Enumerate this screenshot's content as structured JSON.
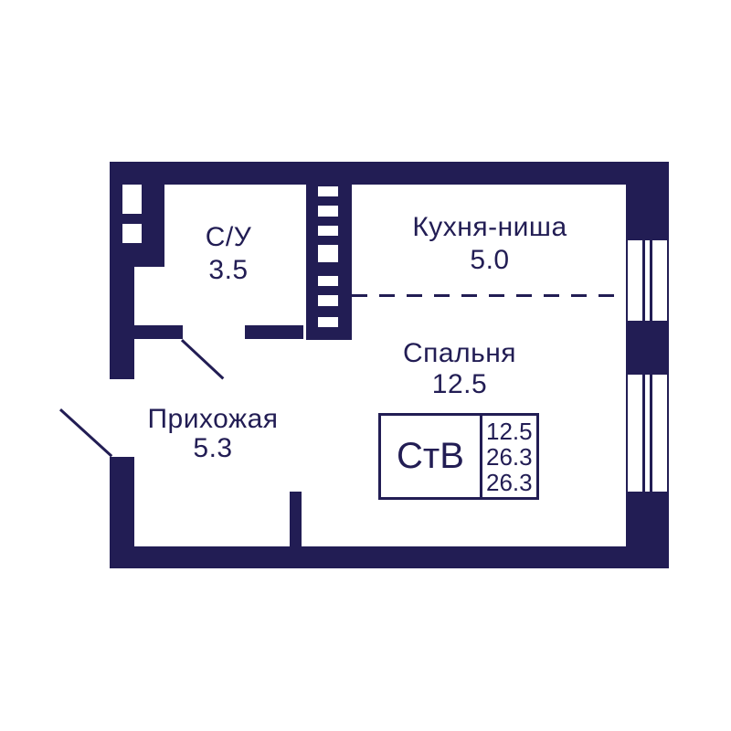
{
  "colors": {
    "wall": "#221d54",
    "background": "#ffffff",
    "text": "#221d54"
  },
  "rooms": [
    {
      "name": "С/У",
      "area": "3.5"
    },
    {
      "name": "Кухня-ниша",
      "area": "5.0"
    },
    {
      "name": "Спальня",
      "area": "12.5"
    },
    {
      "name": "Прихожая",
      "area": "5.3"
    }
  ],
  "info_box": {
    "label": "СтВ",
    "values": [
      "12.5",
      "26.3",
      "26.3"
    ]
  }
}
